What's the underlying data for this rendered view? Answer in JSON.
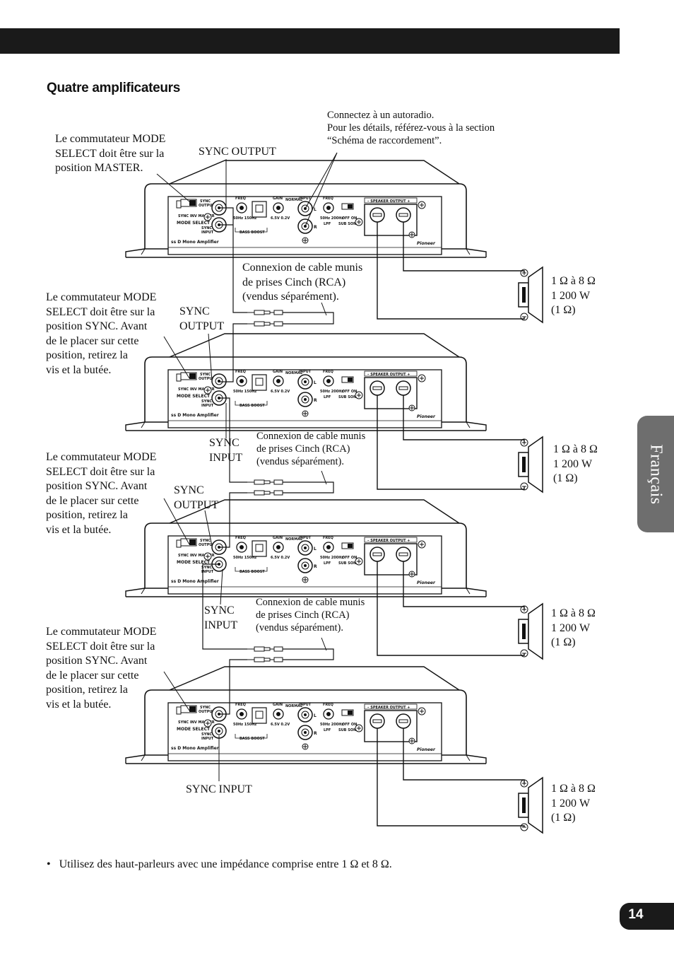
{
  "page": {
    "heading": "Quatre amplificateurs",
    "sidebar_label": "Français",
    "page_number": "14"
  },
  "labels": {
    "source_note": "Connectez à un autoradio.\nPour les détails, référez-vous à la section\n“Schéma de raccordement”.",
    "master_note": "Le commutateur MODE\nSELECT doit être sur la\nposition MASTER.",
    "sync_output": "SYNC OUTPUT",
    "sync_output_2": "SYNC\nOUTPUT",
    "sync_input_2": "SYNC\nINPUT",
    "sync_input": "SYNC INPUT",
    "cable_note": "Connexion de cable munis\nde prises Cinch (RCA)\n(vendus séparément).",
    "sync_note": "Le commutateur MODE\nSELECT doit être sur la\nposition SYNC. Avant\nde le placer sur cette\nposition, retirez la\nvis et la butée.",
    "speaker_spec": "1 Ω à 8 Ω\n1 200 W\n(1 Ω)"
  },
  "amp_panel": {
    "sync_output": "SYNC OUTPUT",
    "sync_input": "SYNC INPUT",
    "mode_select": "MODE SELECT",
    "mode_options": "SYNC INV MASTER",
    "freq": "FREQ",
    "freq_range": "50Hz 150Hz",
    "bass_boost": "BASS BOOST",
    "gain": "GAIN",
    "gain_range": "0.2V 6.5V",
    "input": "INPUT",
    "lpf": "LPF",
    "lpf_range": "50Hz 200Hz",
    "sub_sonic": "SUB SONIC",
    "speaker_output": "SPEAKER OUTPUT",
    "model_text": "ss D Mono Amplifier",
    "brand": "Pioneer"
  },
  "footer": {
    "bullet": "Utilisez des haut-parleurs avec une impédance comprise entre 1 Ω et 8 Ω."
  }
}
